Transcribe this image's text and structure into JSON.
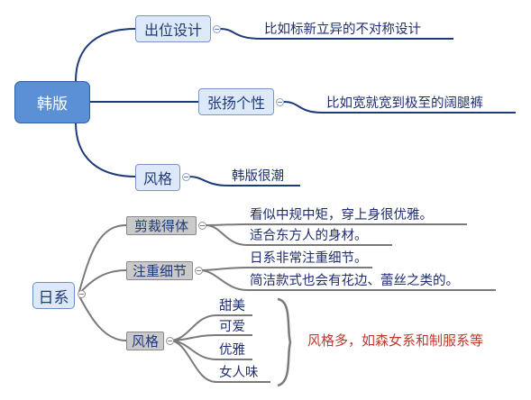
{
  "korean_map": {
    "root": "韩版",
    "branches": [
      {
        "label": "出位设计",
        "detail": "比如标新立异的不对称设计"
      },
      {
        "label": "张扬个性",
        "detail": "比如宽就宽到极至的阔腿裤"
      },
      {
        "label": "风格",
        "detail": "韩版很潮"
      }
    ]
  },
  "japanese_map": {
    "root": "日系",
    "branches": [
      {
        "label": "剪裁得体",
        "details": [
          "看似中规中矩，穿上身很优雅。",
          "适合东方人的身材。"
        ]
      },
      {
        "label": "注重细节",
        "details": [
          "日系非常注重细节。",
          "简洁款式也会有花边、蕾丝之类的。"
        ]
      },
      {
        "label": "风格",
        "details": [
          "甜美",
          "可爱",
          "优雅",
          "女人味"
        ]
      }
    ],
    "style_note": "风格多，如森女系和制服系等"
  },
  "colors": {
    "line_blue": "#1f3a78",
    "line_gray": "#7a7a7a",
    "note_red": "#c0392b"
  }
}
